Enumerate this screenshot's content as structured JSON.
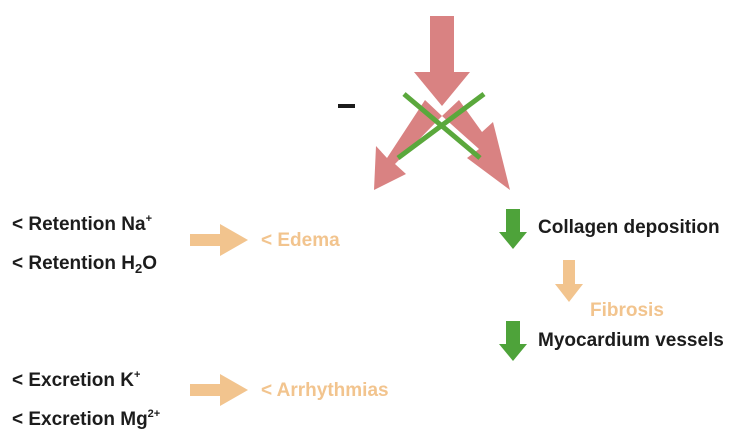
{
  "colors": {
    "inhibited_arrow": "#d98282",
    "block_cross": "#5aa83c",
    "green_arrow": "#4ea33a",
    "peach": "#f2c48e",
    "text": "#1c1c1c"
  },
  "inhibition_symbol": "–",
  "left_causes": [
    {
      "prefix": "< Retention Na",
      "sup": "+"
    },
    {
      "prefix": "< Retention H",
      "sub": "2",
      "suffix": "O"
    },
    {
      "prefix": "< Excretion K",
      "sup": "+"
    },
    {
      "prefix": "< Excretion Mg",
      "sup": "2+"
    }
  ],
  "effects": {
    "edema": "< Edema",
    "arrhythmias": "< Arrhythmias"
  },
  "right_chain": {
    "collagen": "Collagen deposition",
    "fibrosis": "Fibrosis",
    "vessels": "Myocardium vessels"
  }
}
